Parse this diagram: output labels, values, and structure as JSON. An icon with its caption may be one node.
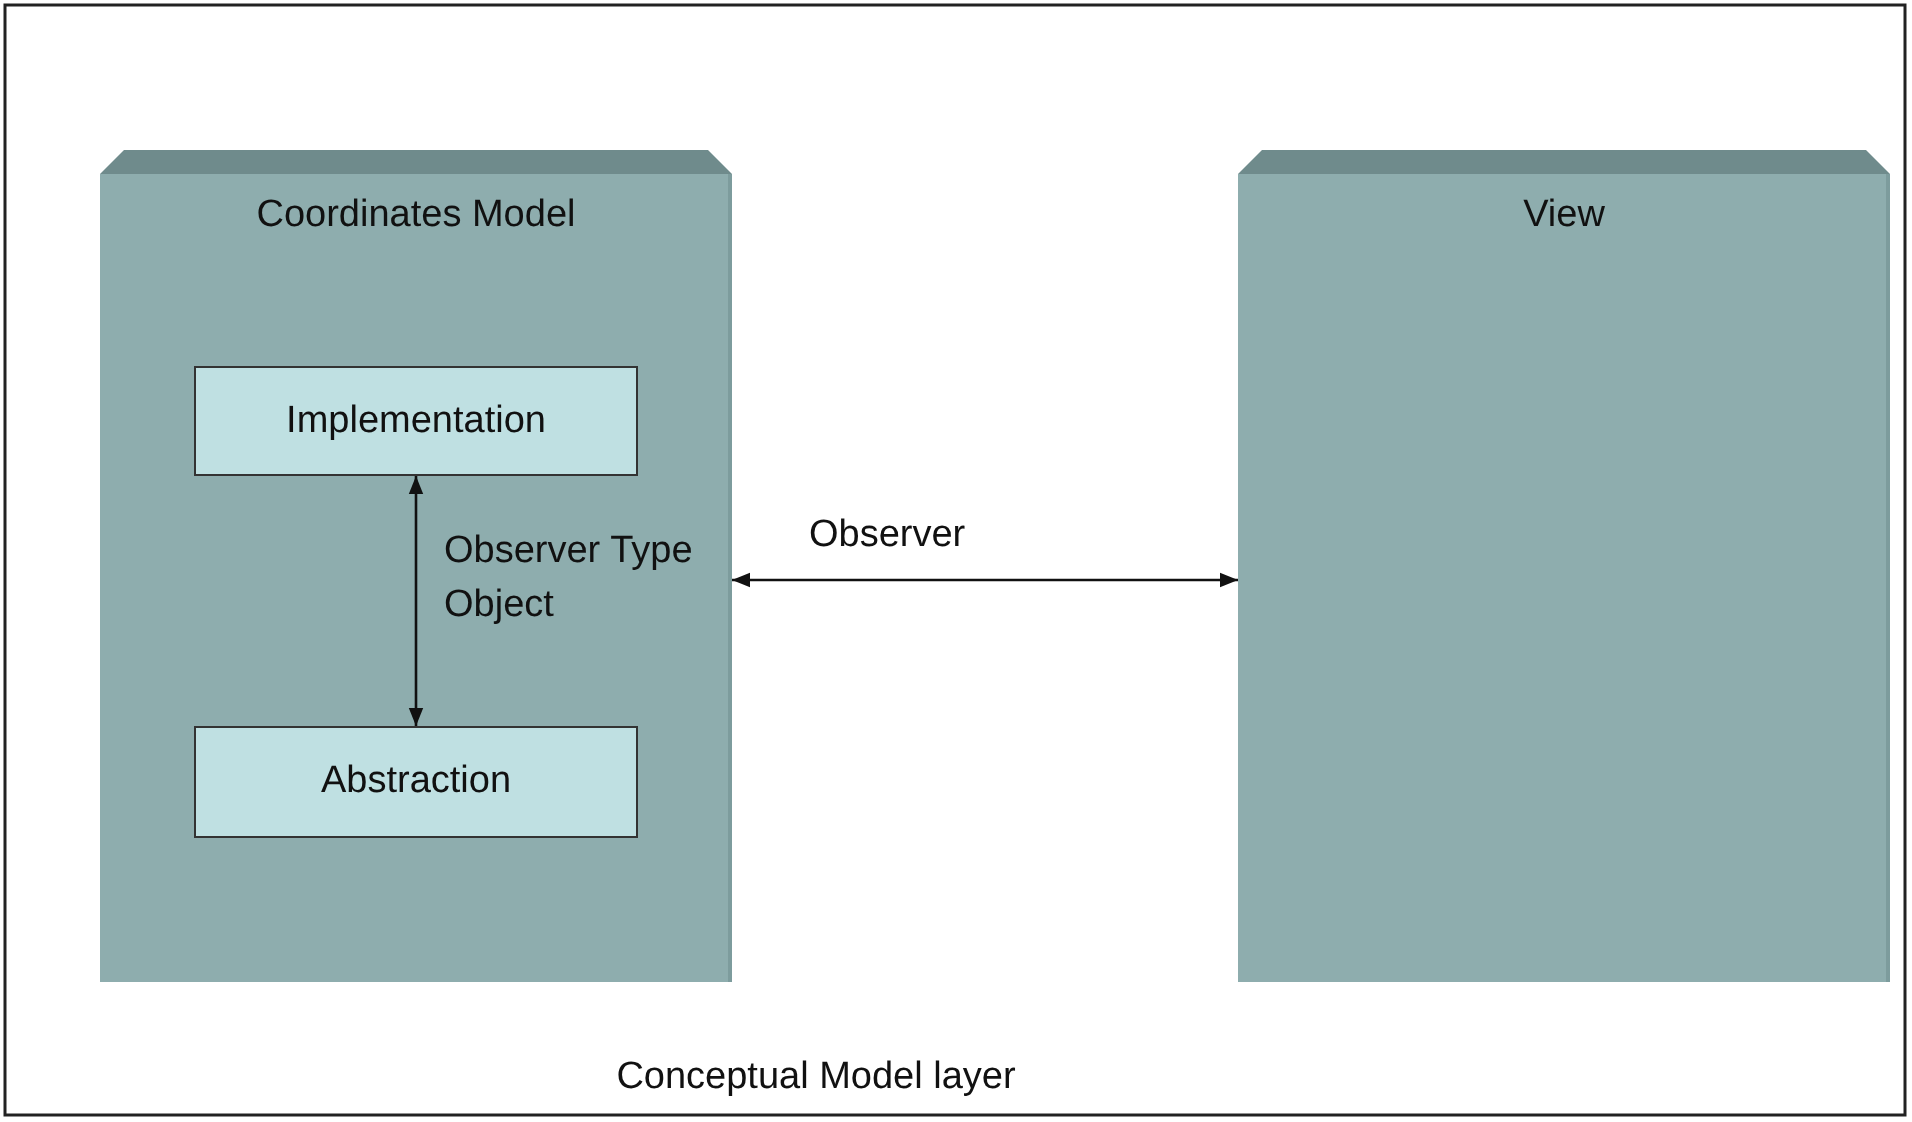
{
  "diagram": {
    "caption": "Conceptual Model layer",
    "nodes": [
      {
        "text": [
          "Coordinates Model"
        ]
      },
      {
        "text": [
          "Implementation"
        ],
        "in": 0
      },
      {
        "text": [
          "Abstraction"
        ],
        "in": 0
      },
      {
        "text": [
          "View"
        ]
      }
    ],
    "edges": [
      {
        "from": 1,
        "to": 2,
        "arrow": "both",
        "label": "Observer Type Object"
      },
      {
        "from": 0,
        "to": 3,
        "arrow": "both",
        "label": "Observer"
      }
    ]
  }
}
